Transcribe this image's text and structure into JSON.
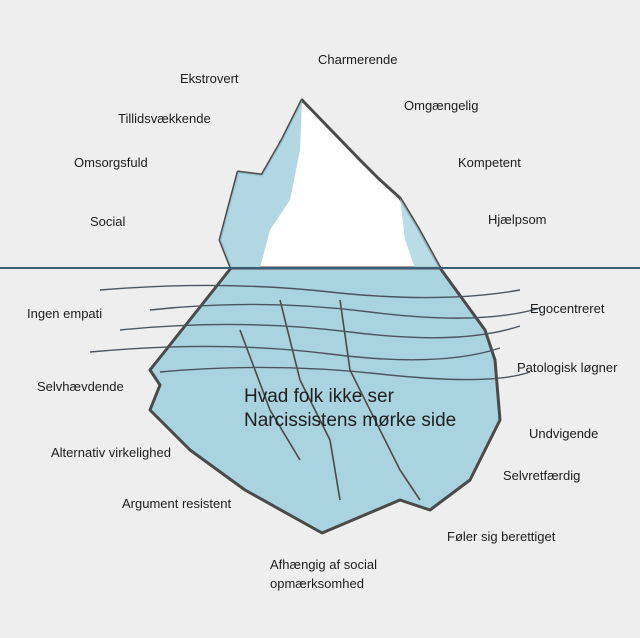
{
  "above_water": {
    "charmerende": "Charmerende",
    "ekstrovert": "Ekstrovert",
    "omgaengelig": "Omgængelig",
    "tillidsvaekkende": "Tillidsvækkende",
    "omsorgsfuld": "Omsorgsfuld",
    "kompetent": "Kompetent",
    "social": "Social",
    "hjaelpsom": "Hjælpsom"
  },
  "below_water": {
    "ingen_empati": "Ingen empati",
    "egocentreret": "Egocentreret",
    "patologisk_logner": "Patologisk løgner",
    "selvhaevdende": "Selvhævdende",
    "undvigende": "Undvigende",
    "alternativ_virkelighed": "Alternativ virkelighed",
    "selvretfaerdig": "Selvretfærdig",
    "argument_resistent": "Argument resistent",
    "foler_sig_berettiget": "Føler sig berettiget",
    "afhaengig_af_social": "Afhængig af social opmærksomhed"
  },
  "center": {
    "line1": "Hvad folk ikke ser",
    "line2": "Narcissistens mørke side"
  },
  "colors": {
    "background": "#efeeee",
    "ice_blue": "#a9d3df",
    "ice_white": "#ffffff",
    "outline": "#4a4a4a",
    "waterline": "#3a5f73"
  }
}
